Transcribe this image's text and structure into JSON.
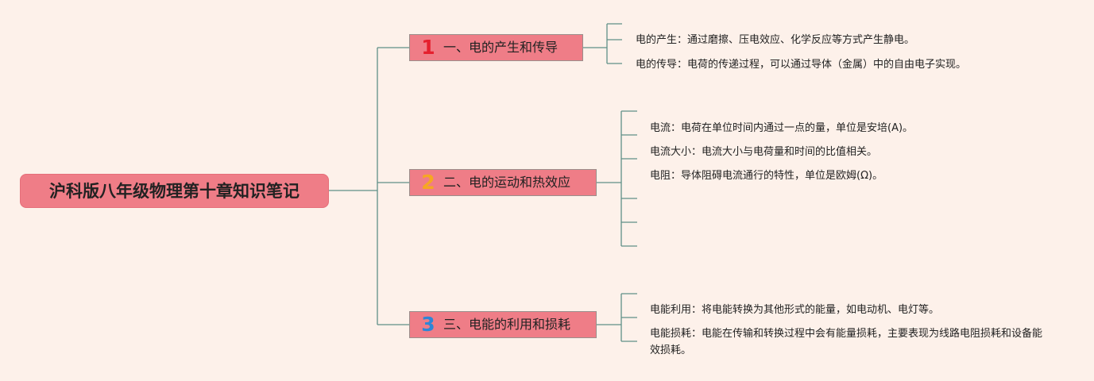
{
  "title": "沪科版八年级物理第十章知识笔记",
  "colors": {
    "background": "#fdf1ea",
    "node_fill": "#ef7d87",
    "connector": "#5f8f87",
    "num1": "#e5202e",
    "num2": "#f6a722",
    "num3": "#2f86d6"
  },
  "branches": [
    {
      "number": "1",
      "label": "一、电的产生和传导",
      "items": [
        "电的产生：通过磨擦、压电效应、化学反应等方式产生静电。",
        "电的传导：电荷的传递过程，可以通过导体（金属）中的自由电子实现。"
      ]
    },
    {
      "number": "2",
      "label": "二、电的运动和热效应",
      "items": [
        "电流：电荷在单位时间内通过一点的量，单位是安培(A)。",
        "电流大小：电流大小与电荷量和时间的比值相关。",
        "电阻：导体阻碍电流通行的特性，单位是欧姆(Ω)。"
      ]
    },
    {
      "number": "3",
      "label": "三、电能的利用和损耗",
      "items": [
        "电能利用：将电能转换为其他形式的能量，如电动机、电灯等。",
        "电能损耗：电能在传输和转换过程中会有能量损耗，主要表现为线路电阻损耗和设备能效损耗。"
      ]
    }
  ]
}
